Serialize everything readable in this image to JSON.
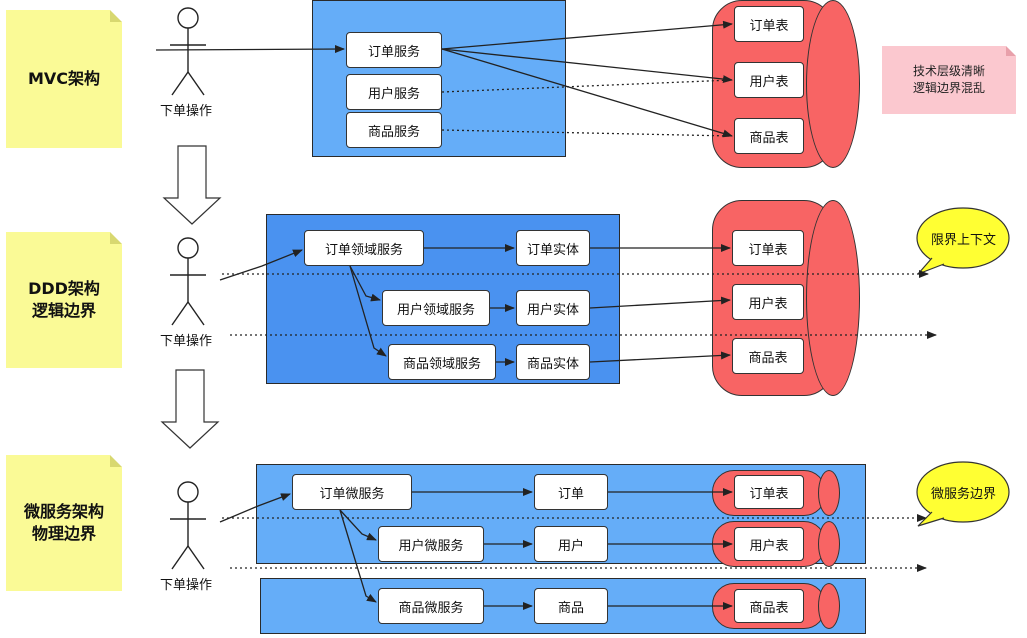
{
  "rows": [
    {
      "title": "MVC架构",
      "actor": "下单操作"
    },
    {
      "title": "DDD架构\n逻辑边界",
      "actor": "下单操作"
    },
    {
      "title": "微服务架构\n物理边界",
      "actor": "下单操作"
    }
  ],
  "mvc": {
    "services": [
      "订单服务",
      "用户服务",
      "商品服务"
    ],
    "tables": [
      "订单表",
      "用户表",
      "商品表"
    ],
    "note": "技术层级清晰\n逻辑边界混乱"
  },
  "ddd": {
    "services": [
      "订单领域服务",
      "用户领域服务",
      "商品领域服务"
    ],
    "entities": [
      "订单实体",
      "用户实体",
      "商品实体"
    ],
    "tables": [
      "订单表",
      "用户表",
      "商品表"
    ],
    "bubble": "限界上下文"
  },
  "micro": {
    "services": [
      "订单微服务",
      "用户微服务",
      "商品微服务"
    ],
    "entities": [
      "订单",
      "用户",
      "商品"
    ],
    "tables": [
      "订单表",
      "用户表",
      "商品表"
    ],
    "bubble": "微服务边界"
  },
  "colors": {
    "note_yellow": "#fafa96",
    "panel_blue": "#65adf8",
    "cylinder_red": "#f86464",
    "note_pink": "#fbc8cf",
    "bubble_yellow": "#ffff33"
  }
}
